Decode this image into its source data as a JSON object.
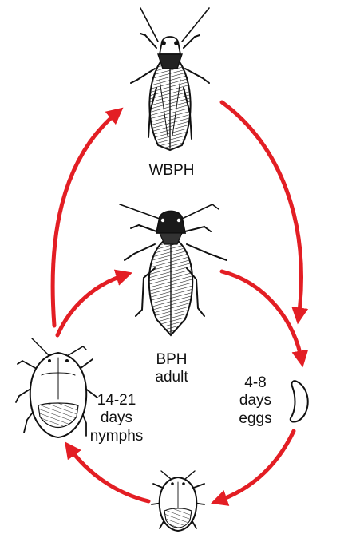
{
  "labels": {
    "wbph": "WBPH",
    "bph_line1": "BPH",
    "bph_line2": "adult",
    "eggs_line1": "4-8",
    "eggs_line2": "days",
    "eggs_line3": "eggs",
    "nymphs_line1": "14-21",
    "nymphs_line2": "days",
    "nymphs_line3": "nymphs"
  },
  "colors": {
    "arrow": "#e31e24",
    "ink": "#111111"
  },
  "icons": [
    "wbph-adult-icon",
    "bph-adult-icon",
    "egg-icon",
    "young-nymph-icon",
    "older-nymph-icon"
  ]
}
